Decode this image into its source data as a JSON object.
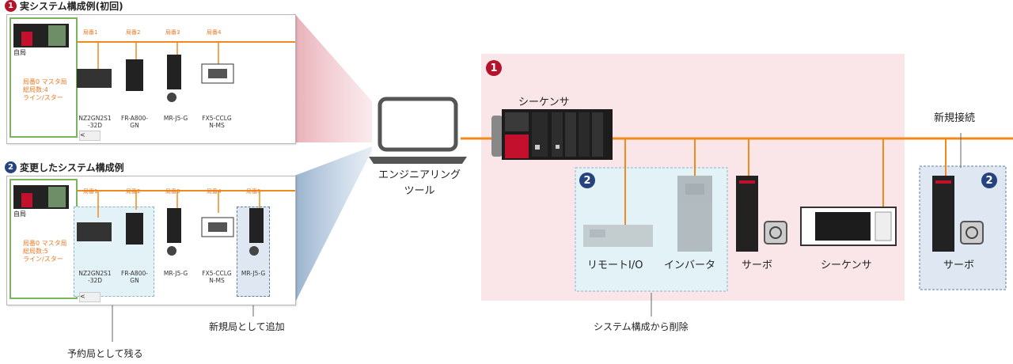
{
  "panel1": {
    "badge": "1",
    "title": "実システム構成例(初回)",
    "master_label": "自局",
    "master_info": "局番0 マスタ局\n総局数:4\nライン/スター",
    "stations": [
      "局番1",
      "局番2",
      "局番3",
      "局番4"
    ],
    "models": [
      "NZ2GN2S1\n-32D",
      "FR-A800-\nGN",
      "MR-J5-G",
      "FX5-CCLG\nN-MS"
    ],
    "scroll": "<"
  },
  "panel2": {
    "badge": "2",
    "title": "変更したシステム構成例",
    "master_label": "自局",
    "master_info": "局番0 マスタ局\n総局数:5\nライン/スター",
    "stations": [
      "局番1",
      "局番2",
      "局番3",
      "局番4",
      "局番5"
    ],
    "models": [
      "NZ2GN2S1\n-32D",
      "FR-A800-\nGN",
      "MR-J5-G",
      "FX5-CCLG\nN-MS",
      "MR-J5-G"
    ],
    "scroll": "<"
  },
  "laptop_label": "エンジニアリング\nツール",
  "diagram": {
    "badge1": "1",
    "badge2": "2",
    "sequencer_top": "シーケンサ",
    "remote_io": "リモートI/O",
    "inverter": "インバータ",
    "servo": "サーボ",
    "sequencer": "シーケンサ",
    "new_conn": "新規接続",
    "new_servo": "サーボ"
  },
  "callouts": {
    "reserved": "予約局として残る",
    "add_new": "新規局として追加",
    "removed": "システム構成から削除"
  },
  "colors": {
    "network": "#f08a1c",
    "pink_area": "#fae6e9",
    "blue_area": "#e3f2f7",
    "badge_red": "#b4142b",
    "badge_blue": "#25437e"
  }
}
